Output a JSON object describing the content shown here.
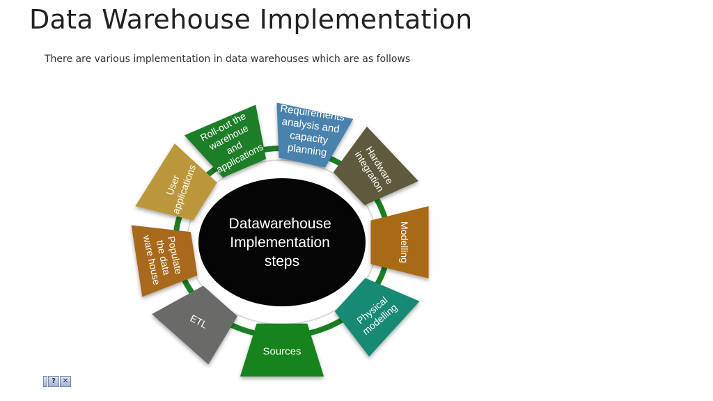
{
  "slide": {
    "title": "Data Warehouse Implementation",
    "subtitle": "There are various implementation in data warehouses which are as follows"
  },
  "diagram": {
    "center_lines": [
      "Datawarehouse",
      "Implementation",
      "steps"
    ],
    "segments": [
      {
        "id": "requirements",
        "lines": [
          "Requirements",
          "analysis and",
          "capacity",
          "planning"
        ],
        "color": "#4a82ad"
      },
      {
        "id": "hardware",
        "lines": [
          "Hardware",
          "integration"
        ],
        "color": "#5f5a3e"
      },
      {
        "id": "modelling",
        "lines": [
          "Modelling"
        ],
        "color": "#a96a16"
      },
      {
        "id": "physical",
        "lines": [
          "Physical",
          "modelling"
        ],
        "color": "#138a74"
      },
      {
        "id": "sources",
        "lines": [
          "Sources"
        ],
        "color": "#17831f"
      },
      {
        "id": "etl",
        "lines": [
          "ETL"
        ],
        "color": "#6a6a68"
      },
      {
        "id": "populate",
        "lines": [
          "Populate",
          "the data",
          "ware house"
        ],
        "color": "#a8691b"
      },
      {
        "id": "user-apps",
        "lines": [
          "User",
          "applications"
        ],
        "color": "#bb963b"
      },
      {
        "id": "rollout",
        "lines": [
          "Roll-out the",
          "warehoue",
          "and",
          "applications"
        ],
        "color": "#1b7e25"
      }
    ]
  },
  "footer_icons": [
    "bar-icon",
    "help-icon",
    "close-icon"
  ],
  "footer_icon_glyphs": [
    "?",
    "✕"
  ]
}
